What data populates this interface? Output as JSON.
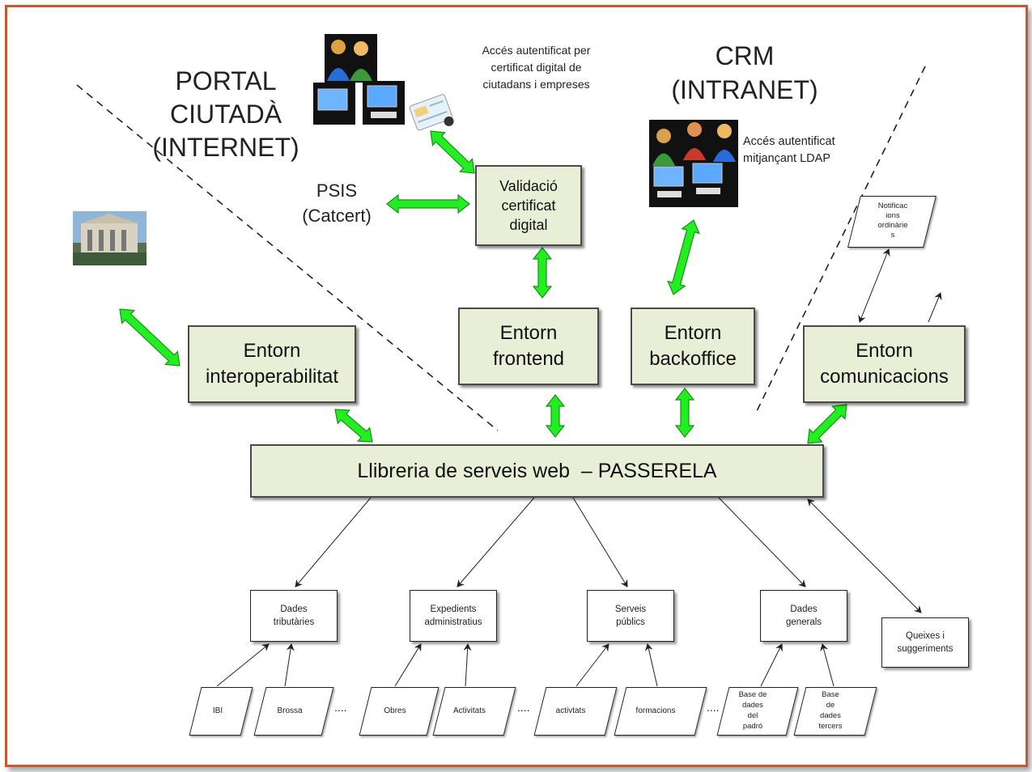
{
  "zones": {
    "portal": "PORTAL\nCIUTADÀ\n(INTERNET)",
    "crm": "CRM\n(INTRANET)"
  },
  "notes": {
    "cert_access": "Accés autentificat per\ncertificat digital de\nciutadans i empreses",
    "ldap_access": "Accés autentificat\nmitjançant LDAP",
    "psis": "PSIS\n(Catcert)",
    "notifications": "Notificac\nions\nordinàrie\ns"
  },
  "boxes": {
    "validacio": "Validació\ncertificat\ndigital",
    "frontend": "Entorn\nfrontend",
    "backoffice": "Entorn\nbackoffice",
    "interop": "Entorn\ninteroperabilitat",
    "comunicacions": "Entorn\ncomunicacions",
    "passerela": "Llibreria de serveis web  – PASSERELA"
  },
  "services": {
    "tributaries": "Dades\ntributàries",
    "expedients": "Expedients\nadministratius",
    "serveis": "Serveis\npúblics",
    "generals": "Dades\ngenerals",
    "queixes": "Queixes i\nsuggeriments"
  },
  "sources": {
    "ibi": "IBI",
    "brossa": "Brossa",
    "obres": "Obres",
    "activitats": "Activitats",
    "activtats": "activtats",
    "formacions": "formacions",
    "padro": "Base de\ndades\ndel\npadró",
    "tercers": "Base\nde\ndades\ntercers",
    "ellipsis": "....",
    "ellipsis_short": "...."
  },
  "icons": {
    "users": "users-computers-icon",
    "certificate": "certificate-card-icon",
    "building": "town-hall-photo-icon",
    "staff": "staff-computers-icon"
  },
  "colors": {
    "arrow_green": "#22ee22",
    "box_fill": "#e8efd6",
    "frame": "#c65a2e"
  }
}
